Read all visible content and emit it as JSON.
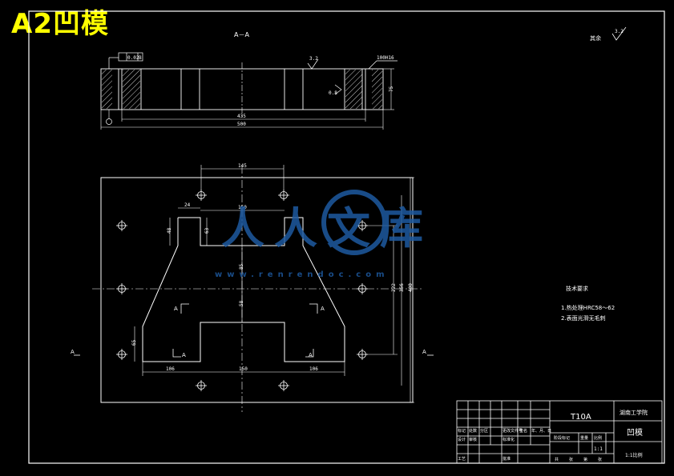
{
  "sheet_title": "A2凹模",
  "section_label": "A－A",
  "roughness_note": {
    "label": "其余",
    "value": "3.2"
  },
  "section_view": {
    "flatness": "0.02",
    "flatness_datum": "B",
    "roughness": "3.2",
    "roughness_side": "0.8",
    "hole_callout": "100H16",
    "height_dim": "75",
    "inner_dim": "435",
    "outer_dim": "500"
  },
  "plan_view": {
    "top_hole_spacing": "145",
    "slot_top_width": "150",
    "slot_bottom_width": "150",
    "step_24": "24",
    "left_step": "48",
    "inner_height": "63",
    "center_dim_upper": "85",
    "center_dim_lower": "58",
    "left_bottom_height": "65",
    "bottom_left": "106",
    "bottom_right": "106",
    "vert_222": "222",
    "vert_356": "356",
    "vert_400": "400",
    "section_mark": "A"
  },
  "tech_requirements": {
    "title": "技术要求",
    "items": [
      "1.热处理HRC58～62",
      "2.表面光滑无毛刺"
    ]
  },
  "title_block": {
    "material": "T10A",
    "school": "湖南工学院",
    "part_name": "凹模",
    "drawing_no": "1:1比例",
    "row_headers": [
      "标记",
      "处数",
      "分区",
      "更改文件号",
      "签名",
      "年、月、日"
    ],
    "row_design": [
      "设计",
      "审核",
      "标准化",
      "批准"
    ],
    "row_proc": [
      "工艺"
    ],
    "stage_labels": [
      "阶段标记",
      "重量",
      "比例"
    ],
    "scale": "1:1",
    "sheet": [
      "共",
      "张",
      "第",
      "张"
    ]
  },
  "watermark": {
    "text": "人人文库",
    "url": "www.renrendoc.com"
  }
}
